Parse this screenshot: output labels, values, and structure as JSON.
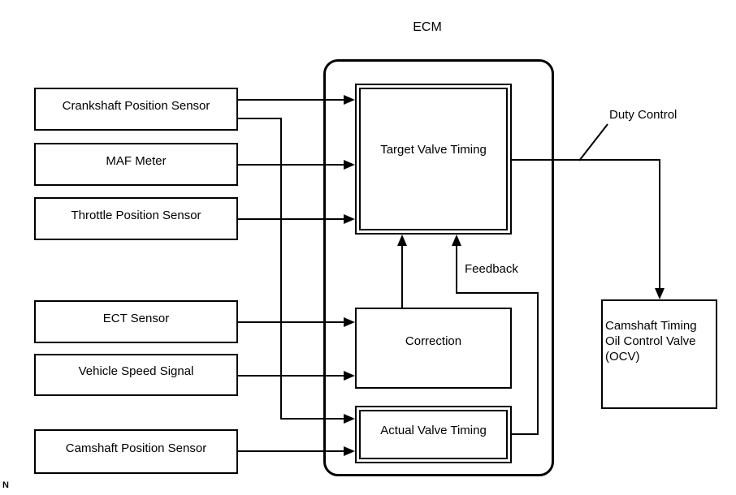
{
  "diagram": {
    "title": "ECM",
    "note": "N",
    "sensors": [
      {
        "label": "Crankshaft Position Sensor"
      },
      {
        "label": "MAF Meter"
      },
      {
        "label": "Throttle Position Sensor"
      },
      {
        "label": "ECT Sensor"
      },
      {
        "label": "Vehicle Speed Signal"
      },
      {
        "label": "Camshaft Position Sensor"
      }
    ],
    "ecm_blocks": {
      "target": "Target Valve Timing",
      "correction": "Correction",
      "actual": "Actual Valve Timing"
    },
    "output_device": {
      "label": "Camshaft Timing\nOil Control Valve\n(OCV)"
    },
    "annotations": {
      "duty_control": "Duty Control",
      "feedback": "Feedback"
    },
    "colors": {
      "line": "#000000",
      "background": "#ffffff"
    }
  }
}
